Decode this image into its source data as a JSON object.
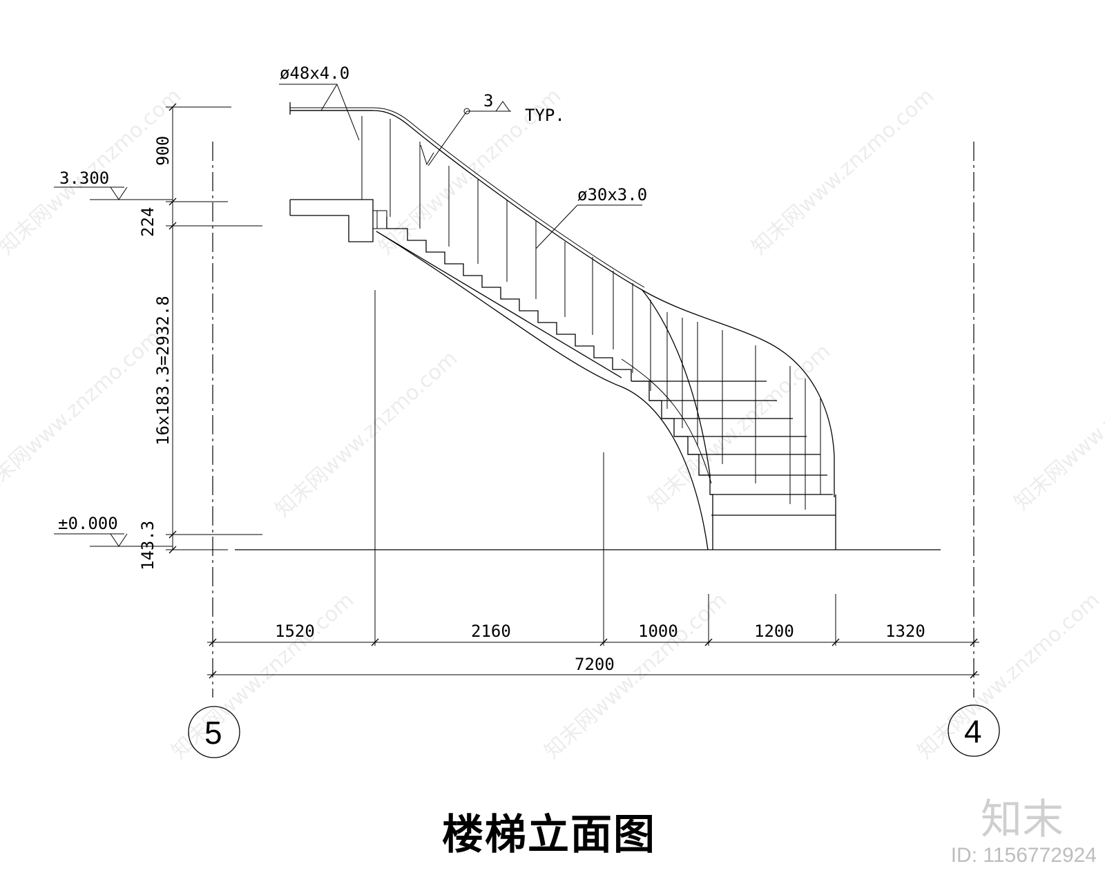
{
  "drawing": {
    "title": "楼梯立面图",
    "handrail_spec": "ø48x4.0",
    "baluster_spec": "ø30x3.0",
    "weld_size": "3",
    "weld_note": "TYP.",
    "level_upper": "3.300",
    "level_ground": "±0.000",
    "vertical_dims": [
      "900",
      "224",
      "16x183.3=2932.8",
      "143.3"
    ],
    "horizontal_dims": [
      "1520",
      "2160",
      "1000",
      "1200",
      "1320"
    ],
    "overall_dim": "7200",
    "axis_left": "5",
    "axis_right": "4"
  },
  "watermark": {
    "brand": "知末",
    "id_label": "ID: 1156772924",
    "site_text": "知末网www.znzmo.com"
  }
}
